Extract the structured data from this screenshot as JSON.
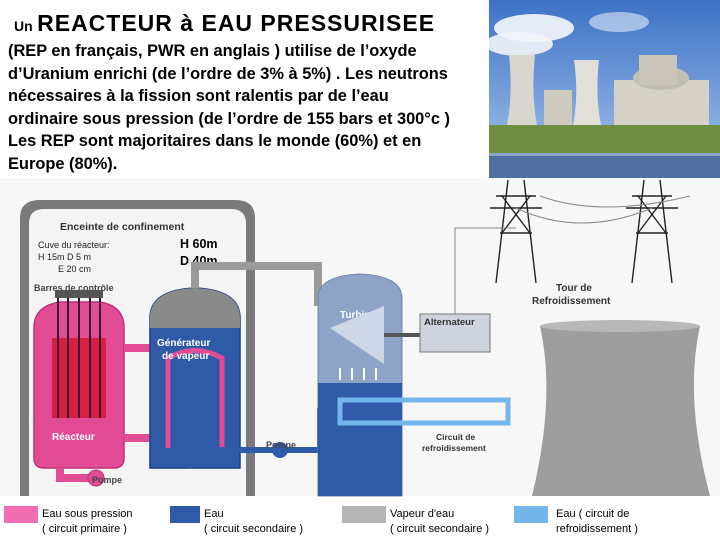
{
  "title": {
    "prefix": "Un",
    "main": "REACTEUR  à  EAU  PRESSURISEE"
  },
  "intro_lines": [
    "(REP en français, PWR en anglais ) utilise de l’oxyde",
    "d’Uranium enrichi (de l’ordre de 3% à 5%) . Les neutrons",
    "nécessaires à la fission sont ralentis par de l’eau",
    "ordinaire sous pression (de l’ordre de 155 bars et 300°c )",
    "Les REP sont majoritaires dans le monde (60%) et en",
    "Europe (80%)."
  ],
  "diagram": {
    "enceinte": "Enceinte de confinement",
    "cuve": [
      "Cuve du réacteur:",
      "H  15m   D   5 m",
      "E   20 cm"
    ],
    "dims": [
      "H 60m",
      "D 40m"
    ],
    "barres": "Barres de contrôle",
    "generateur": [
      "Générateur",
      "de vapeur"
    ],
    "reacteur": "Réacteur",
    "pompe_left": "Pompe",
    "pompe_mid": "Pompe",
    "turbine": "Turbine",
    "alternateur": "Alternateur",
    "tour": [
      "Tour de",
      "Refroidissement"
    ],
    "circuit": [
      "Circuit de",
      "refroidissement"
    ]
  },
  "legend": [
    {
      "line1": "Eau sous pression",
      "line2": "( circuit primaire )",
      "color": "#f16fb0"
    },
    {
      "line1": "Eau",
      "line2": "( circuit secondaire )",
      "color": "#2e5aa7"
    },
    {
      "line1": "Vapeur d'eau",
      "line2": "( circuit secondaire )",
      "color": "#b4b4b4"
    },
    {
      "line1": "Eau ( circuit de",
      "line2": "refroidissement )",
      "color": "#74b6ec"
    }
  ],
  "colors": {
    "primary": "#f16fb0",
    "secondary_water": "#2e5aa7",
    "steam": "#b4b4b4",
    "cooling": "#74b6ec"
  }
}
